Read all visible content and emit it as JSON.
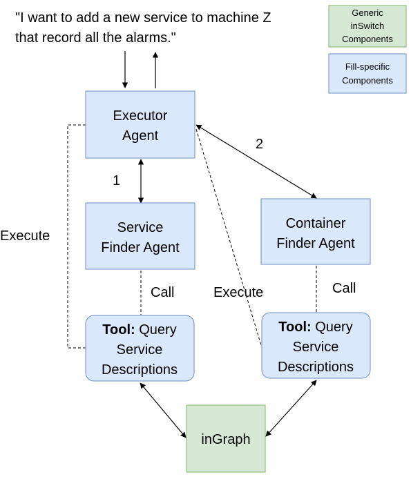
{
  "request": {
    "line1": "\"I want to add a new service to machine Z",
    "line2": "that record all the alarms.\""
  },
  "legend": {
    "generic": {
      "line1": "Generic",
      "line2": "inSwitch",
      "line3": "Components",
      "color": "#d5e8d4",
      "border": "#82b366"
    },
    "specific": {
      "line1": "Fill-specific",
      "line2": "Components",
      "color": "#dae8fc",
      "border": "#6c8ebf"
    }
  },
  "nodes": {
    "executor": {
      "line1": "Executor",
      "line2": "Agent"
    },
    "service_finder": {
      "line1": "Service",
      "line2": "Finder Agent"
    },
    "container_finder": {
      "line1": "Container",
      "line2": "Finder Agent"
    },
    "tool_left": {
      "bold": "Tool:",
      "rest": " Query",
      "line2": "Service",
      "line3": "Descriptions"
    },
    "tool_right": {
      "bold": "Tool:",
      "rest": " Query",
      "line2": "Service",
      "line3": "Descriptions"
    },
    "ingraph": {
      "label": "inGraph"
    }
  },
  "edge_labels": {
    "step1": "1",
    "step2": "2",
    "execute_left": "Execute",
    "execute_mid": "Execute",
    "call_left": "Call",
    "call_right": "Call"
  }
}
